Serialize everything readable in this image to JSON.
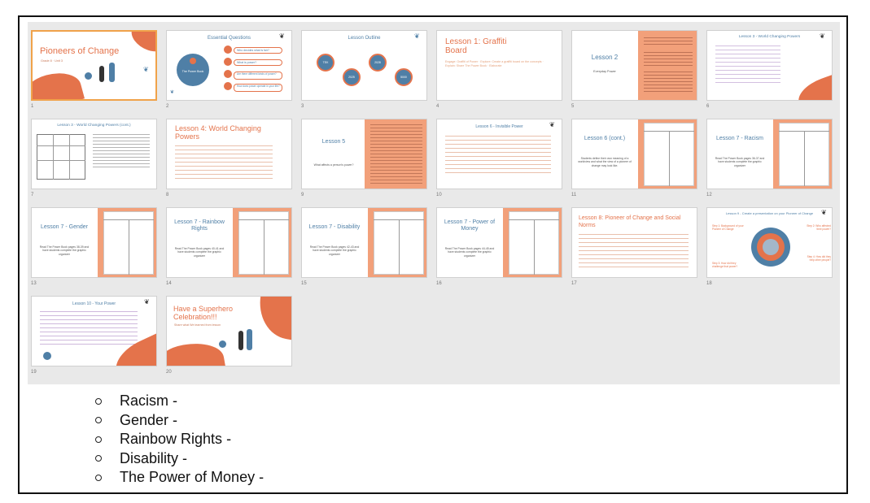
{
  "slides": [
    {
      "num": "1",
      "title": "Pioneers of Change",
      "subtitle": "Grade 8 · Unit 3"
    },
    {
      "num": "2",
      "title": "Essential Questions",
      "center": "The Power Book",
      "q1": "Who decides what is fair?",
      "q2": "What is power?",
      "q3": "Are there different kinds of power?",
      "q4": "How does power operate in your life?"
    },
    {
      "num": "3",
      "title": "Lesson Outline",
      "c1": "TEK",
      "c2": "2025",
      "c3": "2028",
      "c4": "5000"
    },
    {
      "num": "4",
      "title": "Lesson 1: Graffiti Board",
      "body": "Engage: Graffiti of Power · Explore: Create a graffiti board on the concepts · Explain: Share The Power Book · Elaborate"
    },
    {
      "num": "5",
      "title": "Lesson 2",
      "sub": "Everyday Power"
    },
    {
      "num": "6",
      "title": "Lesson 3 - World Changing Powers"
    },
    {
      "num": "7",
      "title": "Lesson 3 - World Changing Powers (cont.)"
    },
    {
      "num": "8",
      "title": "Lesson 4: World Changing Powers"
    },
    {
      "num": "9",
      "title": "Lesson 5",
      "sub": "What affects a person's power?"
    },
    {
      "num": "10",
      "title": "Lesson 6 - Invisible Power"
    },
    {
      "num": "11",
      "title": "Lesson 6 (cont.)",
      "sub": "Students define their own meaning of a worldview and what the view of a pioneer of change may look like."
    },
    {
      "num": "12",
      "title": "Lesson 7 - Racism",
      "sub": "Read The Power Book pages 36-37 and have students complete the graphic organizer"
    },
    {
      "num": "13",
      "title": "Lesson 7 - Gender",
      "sub": "Read The Power Book pages 38-39 and have students complete the graphic organizer"
    },
    {
      "num": "14",
      "title": "Lesson 7 - Rainbow Rights",
      "sub": "Read The Power Book pages 40-41 and have students complete the graphic organizer"
    },
    {
      "num": "15",
      "title": "Lesson 7 - Disability",
      "sub": "Read The Power Book pages 42-43 and have students complete the graphic organizer"
    },
    {
      "num": "16",
      "title": "Lesson 7 - Power of Money",
      "sub": "Read The Power Book pages 44-45 and have students complete the graphic organizer"
    },
    {
      "num": "17",
      "title": "Lesson 8: Pioneer of Change and Social Norms"
    },
    {
      "num": "18",
      "title": "Lesson 9 - Create a presentation on your Pioneer of Change",
      "step1": "Step 1: Background of your Pioneer of Change",
      "step2": "Step 2: Who affected their power?",
      "step3": "Step 3: How did they challenge that power?",
      "step4": "Step 4: How did they help other people?"
    },
    {
      "num": "19",
      "title": "Lesson 10 - Your Power"
    },
    {
      "num": "20",
      "title": "Have a Superhero Celebration!!!",
      "sub": "Share what We learned from lesson"
    }
  ],
  "bullets": [
    "Racism -",
    "Gender -",
    "Rainbow Rights -",
    "Disability -",
    "The Power of Money -"
  ],
  "colors": {
    "accent": "#e4734b",
    "panel": "#f2a07a",
    "blue": "#4f7fa6",
    "selected": "#f0a24a"
  },
  "icons": {
    "leaf": "leaf-icon",
    "bullet": "hollow-circle-bullet"
  }
}
